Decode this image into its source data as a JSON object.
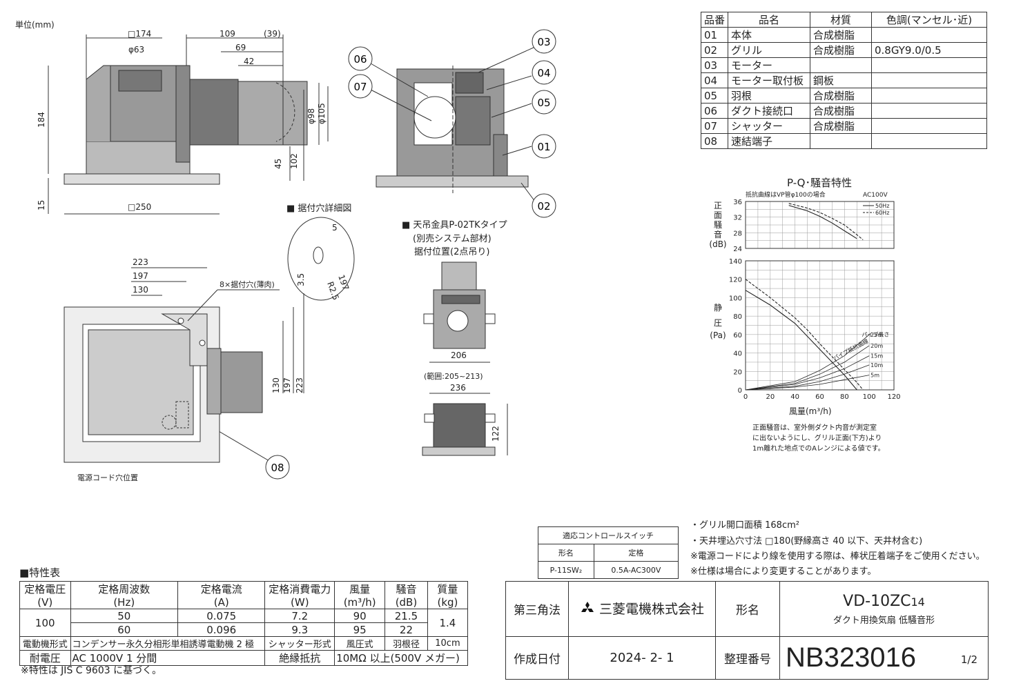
{
  "unit_label": "単位(mm)",
  "front_view": {
    "dims": {
      "width_top": "□174",
      "duct_dia_small": "φ63",
      "d109": "109",
      "d39": "(39)",
      "d69": "69",
      "d42": "42",
      "height": "184",
      "dia98": "φ98",
      "dia105": "φ105",
      "d45": "45",
      "d102": "102",
      "d15": "15",
      "width_base": "□250"
    }
  },
  "callouts": [
    "01",
    "02",
    "03",
    "04",
    "05",
    "06",
    "07",
    "08"
  ],
  "hole_detail": {
    "title": "■ 据付穴詳細図",
    "d5": "5",
    "d35": "3.5",
    "r25": "R2.5",
    "d197": "197"
  },
  "hanger": {
    "title": "■ 天吊金具P-02TKタイプ",
    "line2": "(別売システム部材)",
    "line3": "据付位置(2点吊り)",
    "d206": "206",
    "range": "(範囲:205~213)",
    "d236": "236",
    "d122": "122"
  },
  "plan_view": {
    "d223": "223",
    "d197": "197",
    "d130": "130",
    "holes": "8×据付穴(薄肉)",
    "v130": "130",
    "v197": "197",
    "v223": "223",
    "cord": "電源コード穴位置"
  },
  "parts_table": {
    "headers": [
      "品番",
      "品名",
      "材質",
      "色調(マンセル･近)"
    ],
    "rows": [
      [
        "01",
        "本体",
        "合成樹脂",
        ""
      ],
      [
        "02",
        "グリル",
        "合成樹脂",
        "0.8GY9.0/0.5"
      ],
      [
        "03",
        "モーター",
        "",
        ""
      ],
      [
        "04",
        "モーター取付板",
        "鋼板",
        ""
      ],
      [
        "05",
        "羽根",
        "合成樹脂",
        ""
      ],
      [
        "06",
        "ダクト接続口",
        "合成樹脂",
        ""
      ],
      [
        "07",
        "シャッター",
        "合成樹脂",
        ""
      ],
      [
        "08",
        "速結端子",
        "",
        ""
      ]
    ]
  },
  "chart_data": {
    "type": "line",
    "title": "P-Q･騒音特性",
    "note_left": "抵抗曲線はVP管φ100の場合",
    "note_right": "AC100V",
    "xlabel": "風量(m³/h)",
    "noise_ylabel": "正面騒音(dB)",
    "pressure_ylabel": "静圧(Pa)",
    "x_ticks": [
      0,
      20,
      40,
      60,
      80,
      100,
      120
    ],
    "noise_ticks": [
      24,
      28,
      32,
      36
    ],
    "pressure_ticks": [
      0,
      20,
      40,
      60,
      80,
      100,
      120,
      140
    ],
    "xlim": [
      0,
      120
    ],
    "noise_ylim": [
      24,
      36
    ],
    "pressure_ylim": [
      0,
      140
    ],
    "legend": [
      "50Hz",
      "60Hz"
    ],
    "noise_series": [
      {
        "name": "50Hz",
        "x": [
          35,
          50,
          60,
          70,
          80,
          90
        ],
        "y": [
          35,
          33.6,
          32.2,
          30.5,
          28.5,
          26.5
        ]
      },
      {
        "name": "60Hz",
        "x": [
          35,
          50,
          60,
          70,
          80,
          90,
          95
        ],
        "y": [
          35.5,
          34.3,
          33.2,
          31.7,
          30.0,
          27.5,
          26.2
        ]
      }
    ],
    "pressure_series": [
      {
        "name": "50Hz",
        "x": [
          0,
          10,
          20,
          30,
          40,
          50,
          60,
          70,
          80,
          90
        ],
        "y": [
          108,
          100,
          92,
          82,
          72,
          58,
          44,
          30,
          16,
          0
        ]
      },
      {
        "name": "60Hz",
        "x": [
          0,
          10,
          20,
          30,
          40,
          50,
          60,
          70,
          80,
          90,
          95
        ],
        "y": [
          120,
          110,
          100,
          89,
          78,
          65,
          50,
          36,
          22,
          8,
          0
        ]
      }
    ],
    "resistance_curves": [
      {
        "name": "25m",
        "x": [
          0,
          40,
          60,
          80,
          100
        ],
        "y": [
          0,
          9,
          21,
          37,
          60
        ]
      },
      {
        "name": "20m",
        "x": [
          0,
          40,
          60,
          80,
          100
        ],
        "y": [
          0,
          7,
          17,
          30,
          48
        ]
      },
      {
        "name": "15m",
        "x": [
          0,
          40,
          60,
          80,
          100
        ],
        "y": [
          0,
          6,
          13,
          23,
          37
        ]
      },
      {
        "name": "10m",
        "x": [
          0,
          40,
          60,
          80,
          100
        ],
        "y": [
          0,
          4,
          9,
          17,
          27
        ]
      },
      {
        "name": "5m",
        "x": [
          0,
          40,
          60,
          80,
          100
        ],
        "y": [
          0,
          3,
          6,
          11,
          16
        ]
      }
    ],
    "pipe_length_label": "パイプ長さ",
    "pipe_curve_label": "パイプ抵抗曲線",
    "footnote": [
      "正面騒音は、室外側ダクト内音が測定室",
      "に出ないようにし、グリル正面(下方)より",
      "1m離れた地点でのAレンジによる値です。"
    ]
  },
  "notes": [
    "・グリル開口面積  168cm²",
    "・天井埋込穴寸法  □180(野縁高さ 40 以下、天井材含む)",
    "※電源コードにより線を使用する際は、棒状圧着端子をご使用ください。",
    "※仕様は場合により変更することがあります。"
  ],
  "control_switch": {
    "title": "適応コントロールスイッチ",
    "col1": "形名",
    "col2": "定格",
    "model": "P-11SW₂",
    "rating": "0.5A-AC300V"
  },
  "spec_table": {
    "title": "■特性表",
    "headers": [
      [
        "定格電圧",
        "(V)"
      ],
      [
        "定格周波数",
        "(Hz)"
      ],
      [
        "定格電流",
        "(A)"
      ],
      [
        "定格消費電力",
        "(W)"
      ],
      [
        "風量",
        "(m³/h)"
      ],
      [
        "騒音",
        "(dB)"
      ],
      [
        "質量",
        "(kg)"
      ]
    ],
    "voltage": "100",
    "rows": [
      [
        "50",
        "0.075",
        "7.2",
        "90",
        "21.5"
      ],
      [
        "60",
        "0.096",
        "9.3",
        "95",
        "22"
      ]
    ],
    "mass": "1.4",
    "motor_label": "電動機形式",
    "motor_value": "コンデンサー永久分相形単相誘導電動機 2 極",
    "shutter_label": "シャッター形式",
    "shutter_value": "風圧式",
    "blade_label": "羽根径",
    "blade_value": "10cm",
    "withstand_label": "耐電圧",
    "withstand_value": "AC 1000V 1 分間",
    "insulation_label": "絶縁抵抗",
    "insulation_value": "10MΩ 以上(500V メガー)",
    "footnote": "※特性は  JIS  C  9603  に基づく。"
  },
  "title_block": {
    "projection": "第三角法",
    "company": "三菱電機株式会社",
    "model_label": "形名",
    "model": "VD-10ZC",
    "model_suffix": "14",
    "description": "ダクト用換気扇  低騒音形",
    "date_label": "作成日付",
    "date": "2024-  2-  1",
    "ref_label": "整理番号",
    "ref": "NB323016",
    "page": "1/2"
  }
}
